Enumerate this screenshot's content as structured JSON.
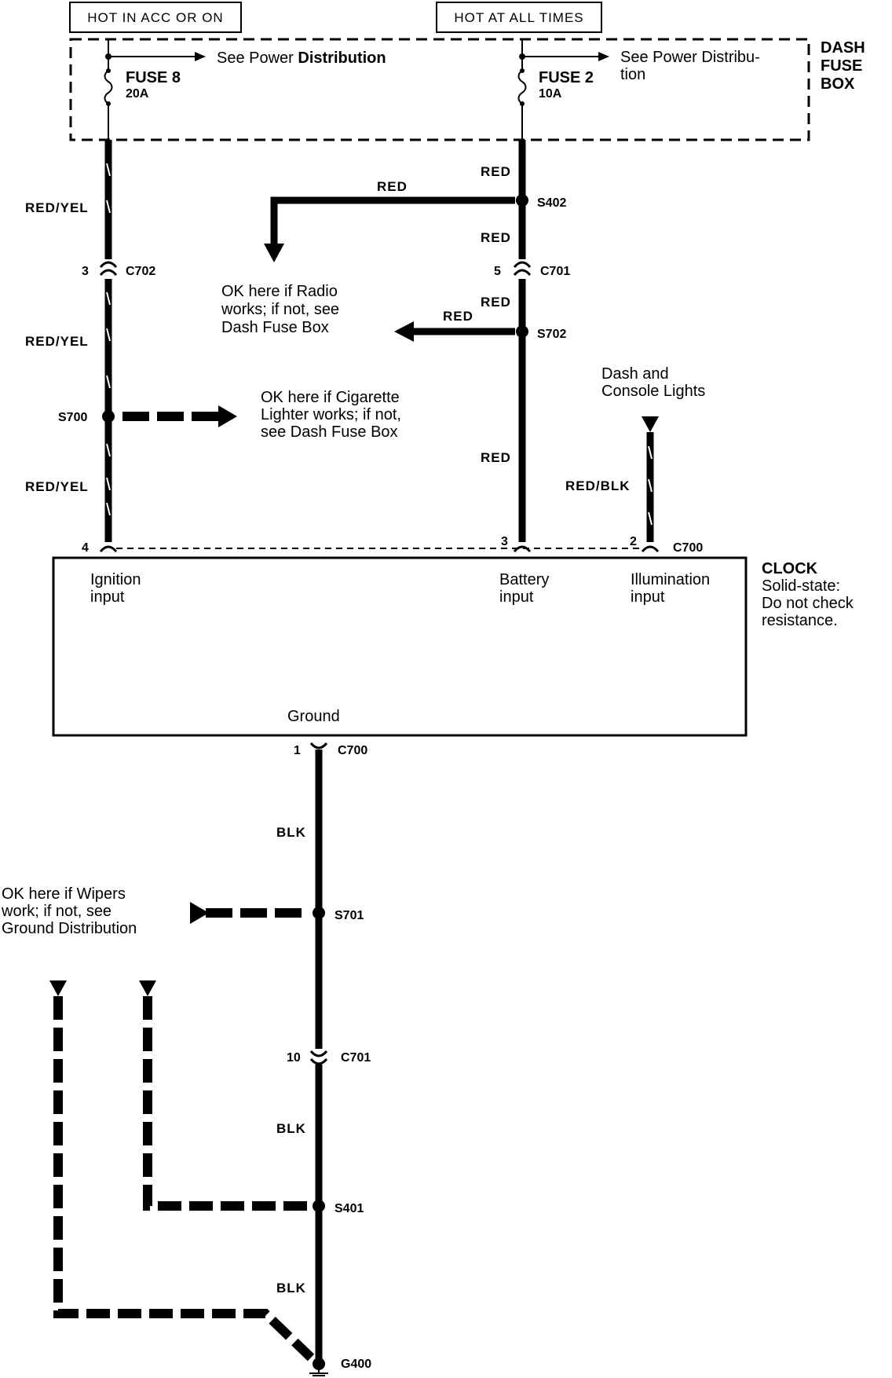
{
  "header": {
    "hot_acc_label": "HOT IN ACC OR ON",
    "hot_all_label": "HOT AT ALL TIMES"
  },
  "fuse_box": {
    "title_lines": [
      "DASH",
      "FUSE",
      "BOX"
    ],
    "fuse8_name": "FUSE 8",
    "fuse8_rating": "20A",
    "fuse2_name": "FUSE 2",
    "fuse2_rating": "10A",
    "see_pd_left_prefix": "See Power ",
    "see_pd_left_bold": "Distribution",
    "see_pd_right_lines": [
      "See Power Distribu-",
      "tion"
    ]
  },
  "wires": {
    "red_yel_1": "RED/YEL",
    "red_yel_2": "RED/YEL",
    "red_yel_3": "RED/YEL",
    "red_1": "RED",
    "red_2": "RED",
    "red_3": "RED",
    "red_4": "RED",
    "red_5": "RED",
    "red_6": "RED",
    "red_blk": "RED/BLK",
    "blk_1": "BLK",
    "blk_2": "BLK",
    "blk_3": "BLK"
  },
  "connectors": {
    "c702_pin": "3",
    "c702_name": "C702",
    "c701_top_pin": "5",
    "c701_top_name": "C701",
    "c700_pin4": "4",
    "c700_pin3": "3",
    "c700_pin2": "2",
    "c700_top_name": "C700",
    "c700_bottom_pin": "1",
    "c700_bottom_name": "C700",
    "c701_bottom_pin": "10",
    "c701_bottom_name": "C701"
  },
  "splices": {
    "s402": "S402",
    "s702": "S702",
    "s700": "S700",
    "s701": "S701",
    "s401": "S401",
    "g400": "G400"
  },
  "notes": {
    "radio_lines": [
      "OK here if Radio",
      "works; if not, see",
      "Dash Fuse Box"
    ],
    "lighter_lines": [
      "OK here if Cigarette",
      "Lighter works; if not,",
      "see Dash Fuse Box"
    ],
    "dash_lights_lines": [
      "Dash and",
      "Console Lights"
    ],
    "wipers_lines": [
      "OK here if Wipers",
      "work; if not, see",
      "Ground Distribution"
    ]
  },
  "clock": {
    "title": "CLOCK",
    "desc_lines": [
      "Solid-state:",
      "Do not check",
      "resistance."
    ],
    "ignition_lines": [
      "Ignition",
      "input"
    ],
    "battery_lines": [
      "Battery",
      "input"
    ],
    "illumination_lines": [
      "Illumination",
      "input"
    ],
    "ground": "Ground"
  }
}
